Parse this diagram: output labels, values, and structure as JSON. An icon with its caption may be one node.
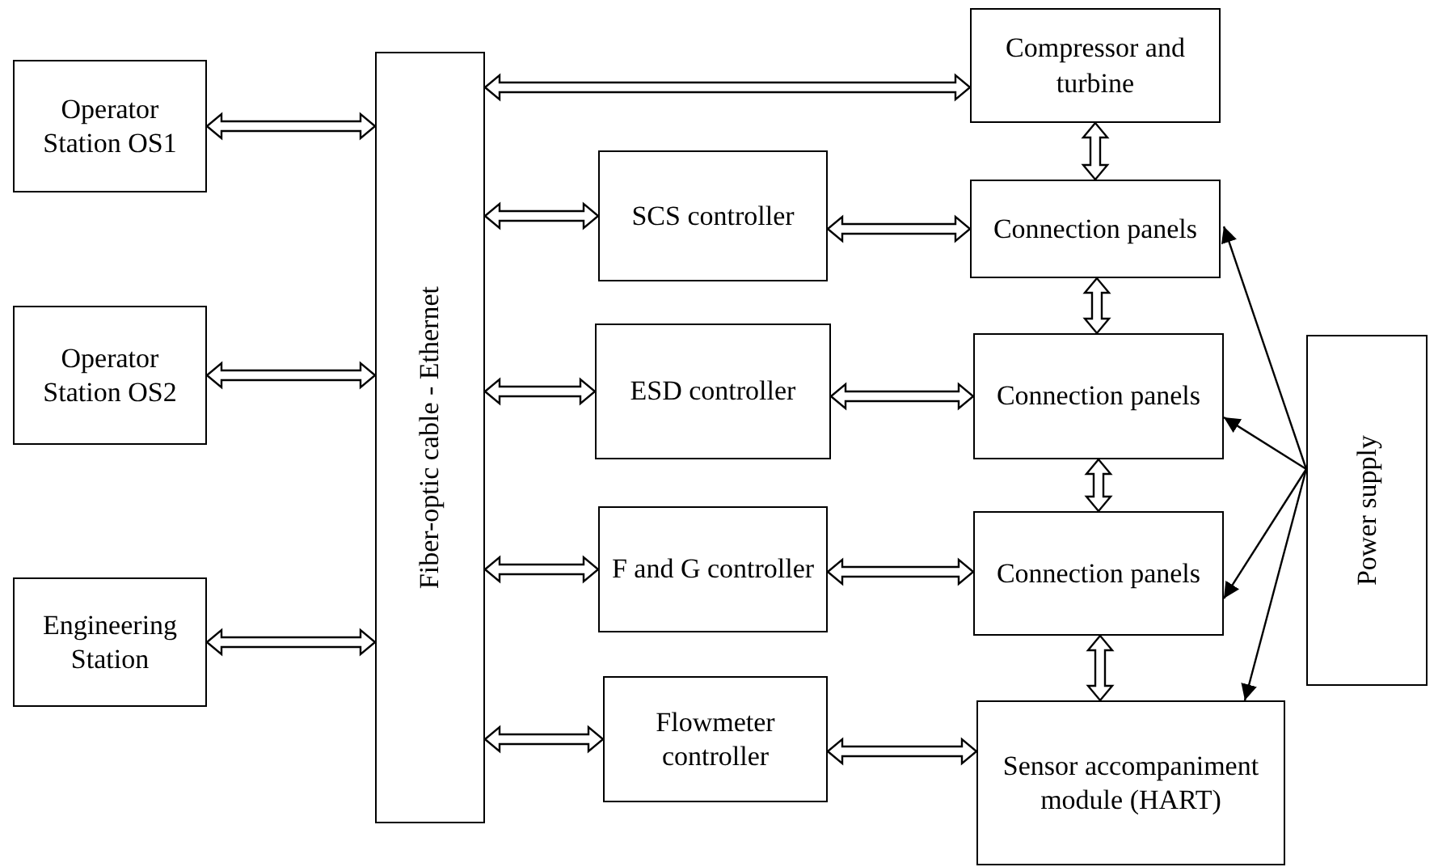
{
  "diagram": {
    "nodes": [
      {
        "text": [
          "Operator Station OS1"
        ]
      },
      {
        "text": [
          "Operator Station OS2"
        ]
      },
      {
        "text": [
          "Engineering Station"
        ]
      },
      {
        "text": [
          "Fiber-optic cable - Ethernet"
        ]
      },
      {
        "text": [
          "Compressor and turbine"
        ]
      },
      {
        "text": [
          "SCS controller"
        ]
      },
      {
        "text": [
          "Connection panels"
        ]
      },
      {
        "text": [
          "ESD controller"
        ]
      },
      {
        "text": [
          "Connection panels"
        ]
      },
      {
        "text": [
          "F and G controller"
        ]
      },
      {
        "text": [
          "Connection panels"
        ]
      },
      {
        "text": [
          "Flowmeter controller"
        ]
      },
      {
        "text": [
          "Sensor accompaniment module (HART)"
        ]
      },
      {
        "text": [
          "Power supply"
        ]
      }
    ],
    "edges": [
      {
        "from": 0,
        "to": 3,
        "arrow": "both",
        "style": "thick"
      },
      {
        "from": 1,
        "to": 3,
        "arrow": "both",
        "style": "thick"
      },
      {
        "from": 2,
        "to": 3,
        "arrow": "both",
        "style": "thick"
      },
      {
        "from": 3,
        "to": 4,
        "arrow": "both",
        "style": "thick"
      },
      {
        "from": 3,
        "to": 5,
        "arrow": "both",
        "style": "thick"
      },
      {
        "from": 3,
        "to": 7,
        "arrow": "both",
        "style": "thick"
      },
      {
        "from": 3,
        "to": 9,
        "arrow": "both",
        "style": "thick"
      },
      {
        "from": 3,
        "to": 11,
        "arrow": "both",
        "style": "thick"
      },
      {
        "from": 5,
        "to": 6,
        "arrow": "both",
        "style": "thick"
      },
      {
        "from": 7,
        "to": 8,
        "arrow": "both",
        "style": "thick"
      },
      {
        "from": 9,
        "to": 10,
        "arrow": "both",
        "style": "thick"
      },
      {
        "from": 11,
        "to": 12,
        "arrow": "both",
        "style": "thick"
      },
      {
        "from": 4,
        "to": 6,
        "arrow": "both",
        "style": "thick"
      },
      {
        "from": 6,
        "to": 8,
        "arrow": "both",
        "style": "thick"
      },
      {
        "from": 8,
        "to": 10,
        "arrow": "both",
        "style": "thick"
      },
      {
        "from": 10,
        "to": 12,
        "arrow": "both",
        "style": "thick"
      },
      {
        "from": 13,
        "to": 6,
        "arrow": "to"
      },
      {
        "from": 13,
        "to": 8,
        "arrow": "to"
      },
      {
        "from": 13,
        "to": 10,
        "arrow": "to"
      },
      {
        "from": 13,
        "to": 12,
        "arrow": "to"
      }
    ]
  }
}
